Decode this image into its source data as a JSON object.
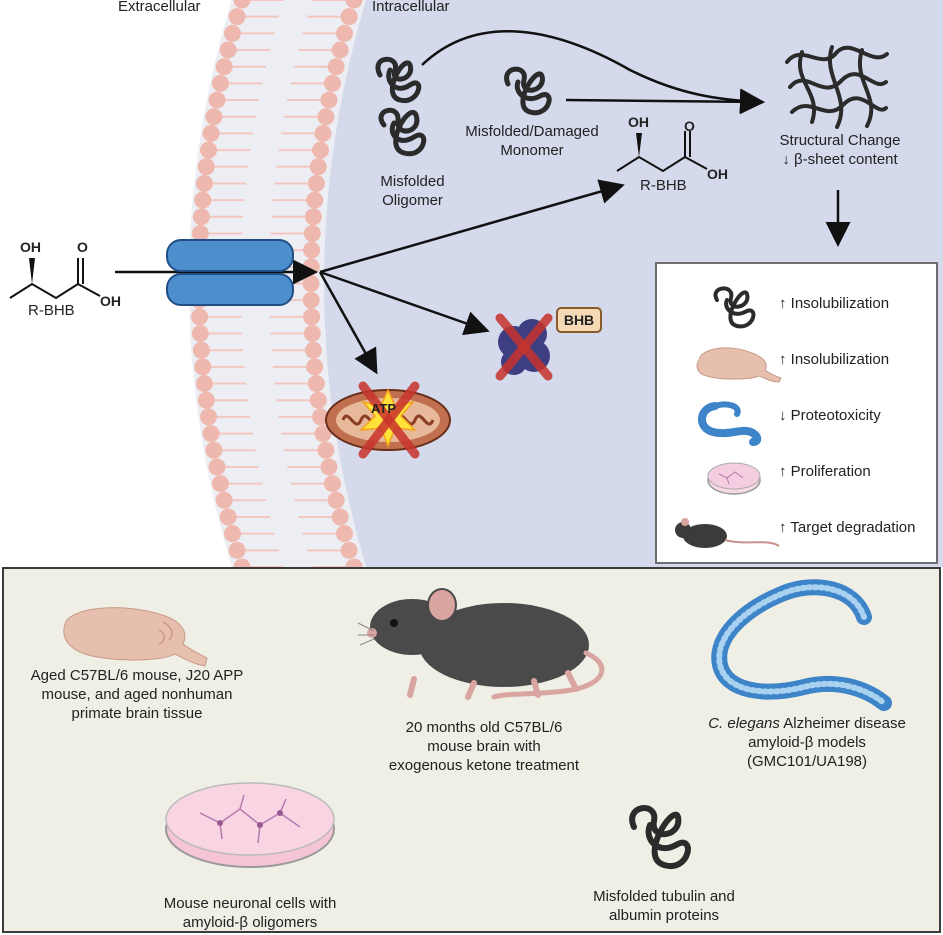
{
  "top": {
    "extracellular_label": "Extracellular",
    "intracellular_label": "Intracellular",
    "bhb_outside": {
      "oh": "OH",
      "o": "O",
      "oh2": "OH",
      "name": "R-BHB"
    },
    "bhb_inside": {
      "oh": "OH",
      "o": "O",
      "oh2": "OH",
      "name": "R-BHB"
    },
    "oligomer_label": "Misfolded\nOligomer",
    "monomer_label": "Misfolded/Damaged\nMonomer",
    "structural_label_1": "Structural Change",
    "structural_label_2": "↓ β-sheet content",
    "atp_label": "ATP",
    "bhb_tag": "BHB"
  },
  "summary": {
    "rows": [
      {
        "icon": "protein-tangle-icon",
        "text": "↑ Insolubilization"
      },
      {
        "icon": "brain-icon",
        "text": "↑ Insolubilization"
      },
      {
        "icon": "worm-icon",
        "text": "↓ Proteotoxicity"
      },
      {
        "icon": "petri-dish-icon",
        "text": "↑ Proliferation"
      },
      {
        "icon": "mouse-icon",
        "text": "↑ Target degradation"
      }
    ]
  },
  "models": {
    "brain_tissue": "Aged C57BL/6 mouse, J20 APP\nmouse, and aged nonhuman\nprimate brain tissue",
    "mouse_brain": "20 months old C57BL/6\nmouse brain with\nexogenous ketone treatment",
    "celegans_italic": "C. elegans",
    "celegans_rest": " Alzheimer disease\namyloid-β models\n(GMC101/UA198)",
    "neuronal_cells": "Mouse neuronal cells with\namyloid-β oligomers",
    "misfolded_proteins": "Misfolded tubulin and\nalbumin proteins"
  },
  "colors": {
    "intracellular_bg": "#d4daec",
    "membrane_head": "#efb8ae",
    "transporter": "#4d8fcc",
    "cross": "#c8332b",
    "panel_bg": "#efefe6"
  }
}
